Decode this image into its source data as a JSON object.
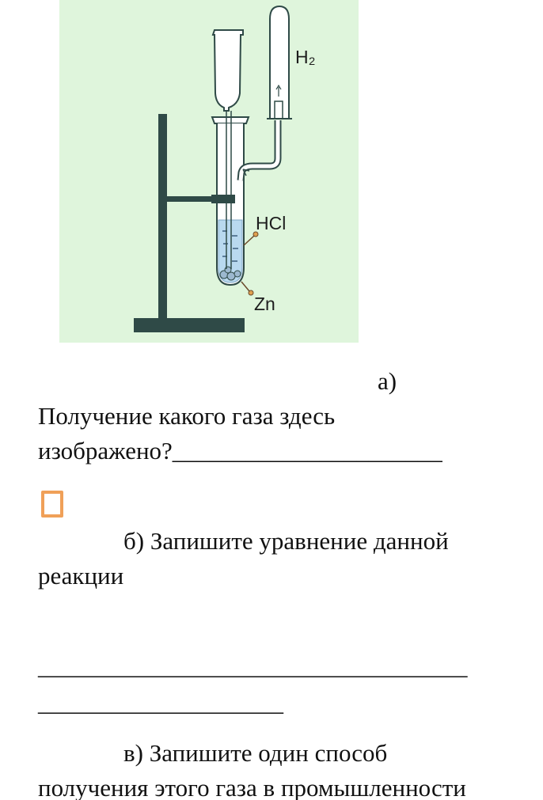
{
  "figure": {
    "label_h2": "H₂",
    "label_hcl": "HCl",
    "label_zn": "Zn",
    "colors": {
      "background": "#dff5dc",
      "stand": "#2f4a47",
      "stopper": "#2c3f8c",
      "liquid": "#b9d9ef"
    }
  },
  "question": {
    "part_a_label": "а)",
    "part_a_line1": "Получение какого газа здесь",
    "part_a_line2": "изображено?______________________",
    "part_b_line1": "б) Запишите уравнение данной",
    "part_b_line2": "реакции",
    "answer_line1": "___________________________________",
    "answer_line2": "____________________",
    "part_c_line1": "в) Запишите один способ",
    "part_c_line2": "получения этого газа в промышленности"
  }
}
